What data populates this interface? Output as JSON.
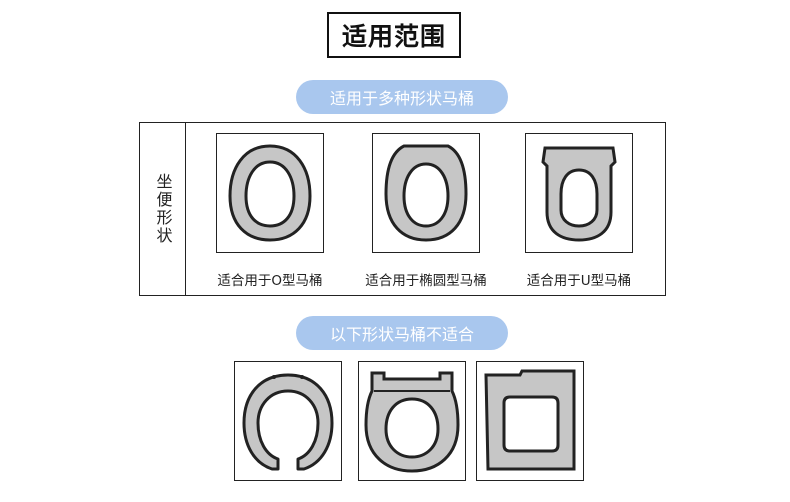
{
  "title": "适用范围",
  "suitable_banner": "适用于多种形状马桶",
  "unsuitable_banner": "以下形状马桶不适合",
  "side_label": "坐便形状",
  "suitable_items": [
    {
      "caption": "适合用于O型马桶",
      "icon": "o-shaped-seat-icon"
    },
    {
      "caption": "适合用于椭圆型马桶",
      "icon": "oval-seat-icon"
    },
    {
      "caption": "适合用于U型马桶",
      "icon": "u-shaped-seat-icon"
    }
  ],
  "unsuitable_items": [
    {
      "icon": "open-front-seat-icon"
    },
    {
      "icon": "flat-top-oval-seat-icon"
    },
    {
      "icon": "square-seat-icon"
    }
  ],
  "colors": {
    "banner": "#a9c7ee",
    "seat_fill": "#c6c6c6",
    "outline": "#222222"
  }
}
